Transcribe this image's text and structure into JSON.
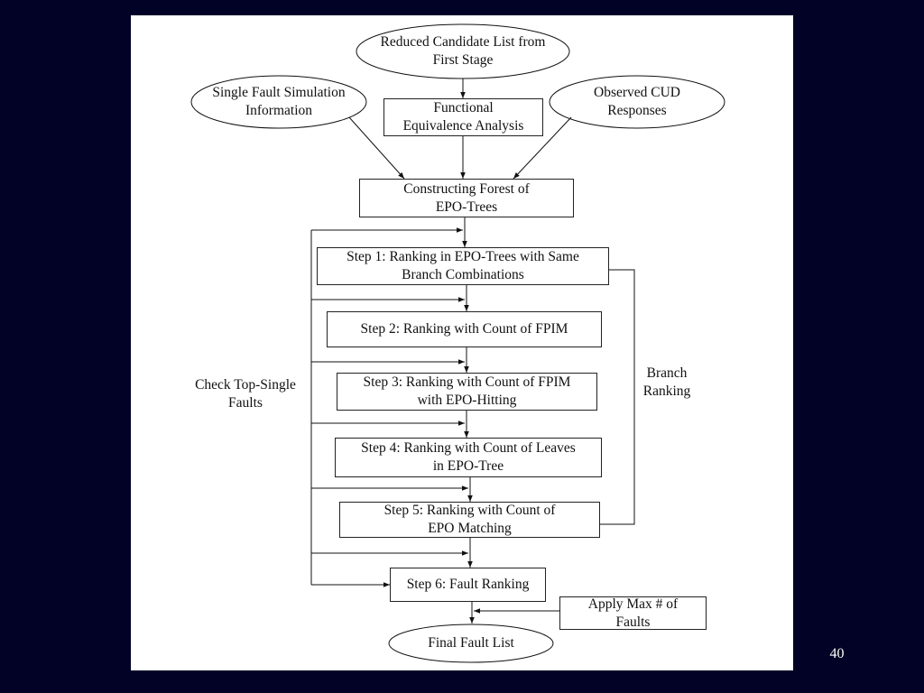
{
  "nodes": {
    "reduced_candidate": "Reduced Candidate List from\nFirst Stage",
    "single_fault": "Single Fault Simulation\nInformation",
    "functional_equivalence": "Functional\nEquivalence Analysis",
    "observed_cud": "Observed CUD\nResponses",
    "constructing_forest": "Constructing Forest of\nEPO-Trees",
    "step1": "Step 1: Ranking in EPO-Trees with Same\nBranch Combinations",
    "step2": "Step 2:  Ranking with Count of FPIM",
    "step3": "Step 3: Ranking with Count of FPIM\nwith EPO-Hitting",
    "step4": "Step 4: Ranking with Count of Leaves\nin EPO-Tree",
    "step5": "Step 5: Ranking with Count of\nEPO Matching",
    "step6": "Step 6: Fault Ranking",
    "apply_max": "Apply Max # of\nFaults",
    "final_fault_list": "Final Fault List"
  },
  "labels": {
    "check_top_single": "Check Top-Single\nFaults",
    "branch_ranking": "Branch\nRanking"
  },
  "page_number": "40"
}
